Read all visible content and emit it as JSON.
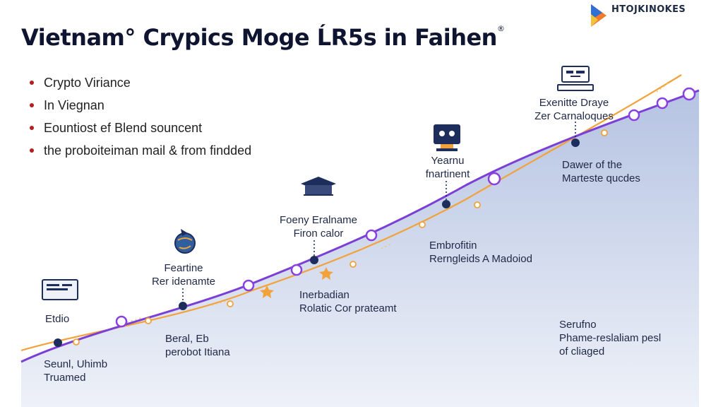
{
  "title": "Vietnam° Crypics Moge ĹR5s in Faihen",
  "title_mark": "®",
  "logo": {
    "text": "HTOJKINOKES",
    "icon": "play-triangle-logo-icon"
  },
  "bullets": [
    "Crypto  Viriance",
    "In Viegnan",
    "Eountiost ef Blend souncent",
    "the proboiteiman mail & from findded"
  ],
  "milestones": [
    {
      "lines": [
        "Etdio"
      ],
      "icon": "monitor-icon"
    },
    {
      "lines": [
        "Seunl, Uhimb",
        "Truamed"
      ]
    },
    {
      "lines": [
        "Beral, Eb",
        "perobot Itiana"
      ]
    },
    {
      "lines": [
        "Feartine",
        "Rer idenamte"
      ],
      "icon": "globe-hand-icon"
    },
    {
      "lines": [
        "Foeny Eralname",
        "Firon calor"
      ],
      "icon": "graduation-cap-icon"
    },
    {
      "lines": [
        "Inerbadian",
        "Rolatic Cor prateamt"
      ]
    },
    {
      "lines": [
        "Embrofitin",
        "Rerngleids A Madoiod"
      ]
    },
    {
      "lines": [
        "Yearnu",
        "fnartinent"
      ],
      "icon": "robot-icon"
    },
    {
      "lines": [
        "Exenitte Draye",
        "Zer Carnaloques"
      ],
      "icon": "keyboard-icon"
    },
    {
      "lines": [
        "Dawer of the",
        "Marteste qucdes"
      ]
    },
    {
      "lines": [
        "Serufno",
        "Phame-reslaliam pesl",
        "of cliaged"
      ]
    }
  ],
  "colors": {
    "primary_line": "#7b3fd6",
    "secondary_line": "#f2a23a",
    "area": "#c9d4ea",
    "node": "#1e2e5c",
    "bullet": "#b22020"
  }
}
